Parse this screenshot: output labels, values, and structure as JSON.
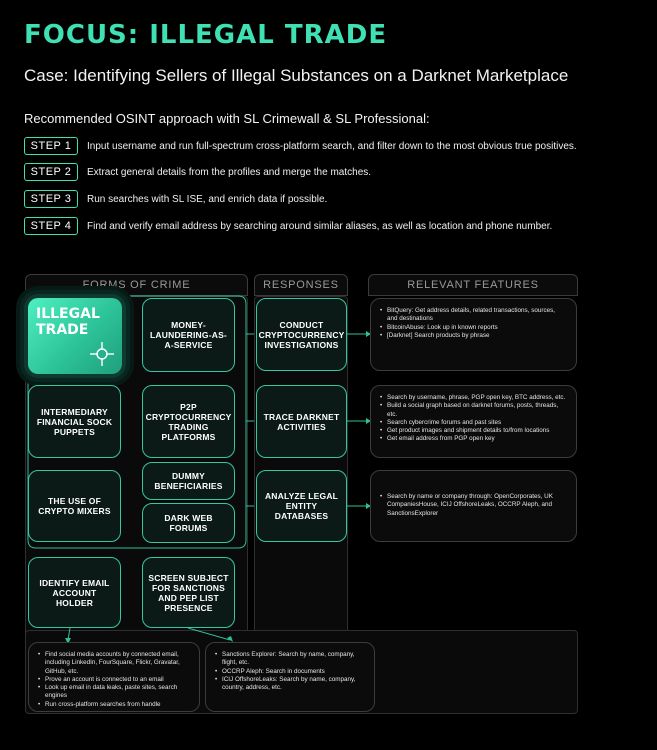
{
  "header": {
    "title": "FOCUS: ILLEGAL TRADE",
    "case": "Case: Identifying Sellers of Illegal Substances on a Darknet Marketplace",
    "recommended": "Recommended OSINT approach with SL Crimewall & SL Professional:"
  },
  "steps": [
    {
      "label": "STEP 1",
      "text": "Input username and run full-spectrum cross-platform search, and filter down to the most obvious true positives."
    },
    {
      "label": "STEP 2",
      "text": "Extract general details from the profiles and merge the matches."
    },
    {
      "label": "STEP 3",
      "text": "Run searches with SL ISE, and enrich data if possible."
    },
    {
      "label": "STEP 4",
      "text": "Find and verify email address by searching around similar aliases, as well as location and phone number."
    }
  ],
  "columns": {
    "crime": "FORMS OF CRIME",
    "responses": "RESPONSES",
    "features": "RELEVANT FEATURES"
  },
  "crime": {
    "main": "ILLEGAL TRADE",
    "money_laundering": "MONEY-LAUNDERING-AS-A-SERVICE",
    "intermediary": "INTERMEDIARY FINANCIAL SOCK PUPPETS",
    "p2p": "P2P CRYPTOCURRENCY TRADING PLATFORMS",
    "dummy": "DUMMY BENEFICIARIES",
    "mixers": "THE USE OF CRYPTO MIXERS",
    "darkweb": "DARK WEB FORUMS",
    "identify_email": "IDENTIFY EMAIL ACCOUNT HOLDER",
    "screen_subject": "SCREEN SUBJECT FOR SANCTIONS AND PEP LIST PRESENCE"
  },
  "responses": {
    "crypto": "CONDUCT CRYPTOCURRENCY INVESTIGATIONS",
    "darknet": "TRACE DARKNET ACTIVITIES",
    "legal": "ANALYZE LEGAL ENTITY DATABASES"
  },
  "features": {
    "crypto": [
      "BitQuery: Get address details, related transactions, sources, and destinations",
      "BitcoinAbuse: Look up in known reports",
      "[Darknet] Search products by phrase"
    ],
    "darknet": [
      "Search by username, phrase, PGP open key, BTC address, etc.",
      "Build a social graph based on darknet forums, posts, threads, etc.",
      "Search cybercrime forums and past sites",
      "Get product images and shipment details to/from locations",
      "Get email address from PGP open key"
    ],
    "legal": [
      "Search by name or company through: OpenCorporates, UK CompaniesHouse, ICIJ OffshoreLeaks, OCCRP Aleph, and SanctionsExplorer"
    ],
    "email": [
      "Find social media accounts by connected email, including LinkedIn, FourSquare, Flickr, Gravatar, GitHub, etc.",
      "Prove an account is connected to an email",
      "Look up email in data leaks, paste sites, search engines",
      "Run cross-platform searches from handle"
    ],
    "sanctions": [
      "Sanctions Explorer: Search by name, company, flight, etc.",
      "OCCRP Aleph: Search in documents",
      "ICIJ OffshoreLeaks: Search by name, company, country, address, etc."
    ]
  },
  "colors": {
    "accent": "#3fe0b4",
    "box_border": "#35c79f",
    "background": "#000000"
  },
  "icons": [
    "crosshair-icon"
  ]
}
